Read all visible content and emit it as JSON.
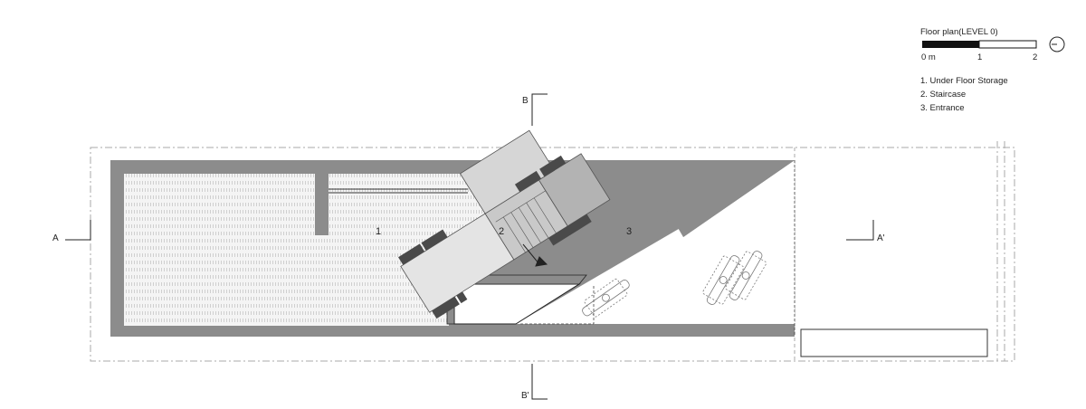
{
  "title": "Floor plan(LEVEL 0)",
  "scale_bar": {
    "labels": [
      "0 m",
      "1",
      "2"
    ]
  },
  "legend": [
    "1. Under Floor Storage",
    "2. Staircase",
    "3. Entrance"
  ],
  "rooms": [
    "1",
    "2",
    "3"
  ],
  "sections": {
    "a": "A",
    "a_prime": "A'",
    "b": "B",
    "b_prime": "B'"
  },
  "colors": {
    "wall": "#8c8c8c",
    "stair_light": "#e4e4e4",
    "stair_mid": "#c9c9c9",
    "stair_dark": "#b3b3b3",
    "step": "#4a4a4a"
  },
  "icons": [
    "north-arrow-icon",
    "bicycle-icon"
  ]
}
